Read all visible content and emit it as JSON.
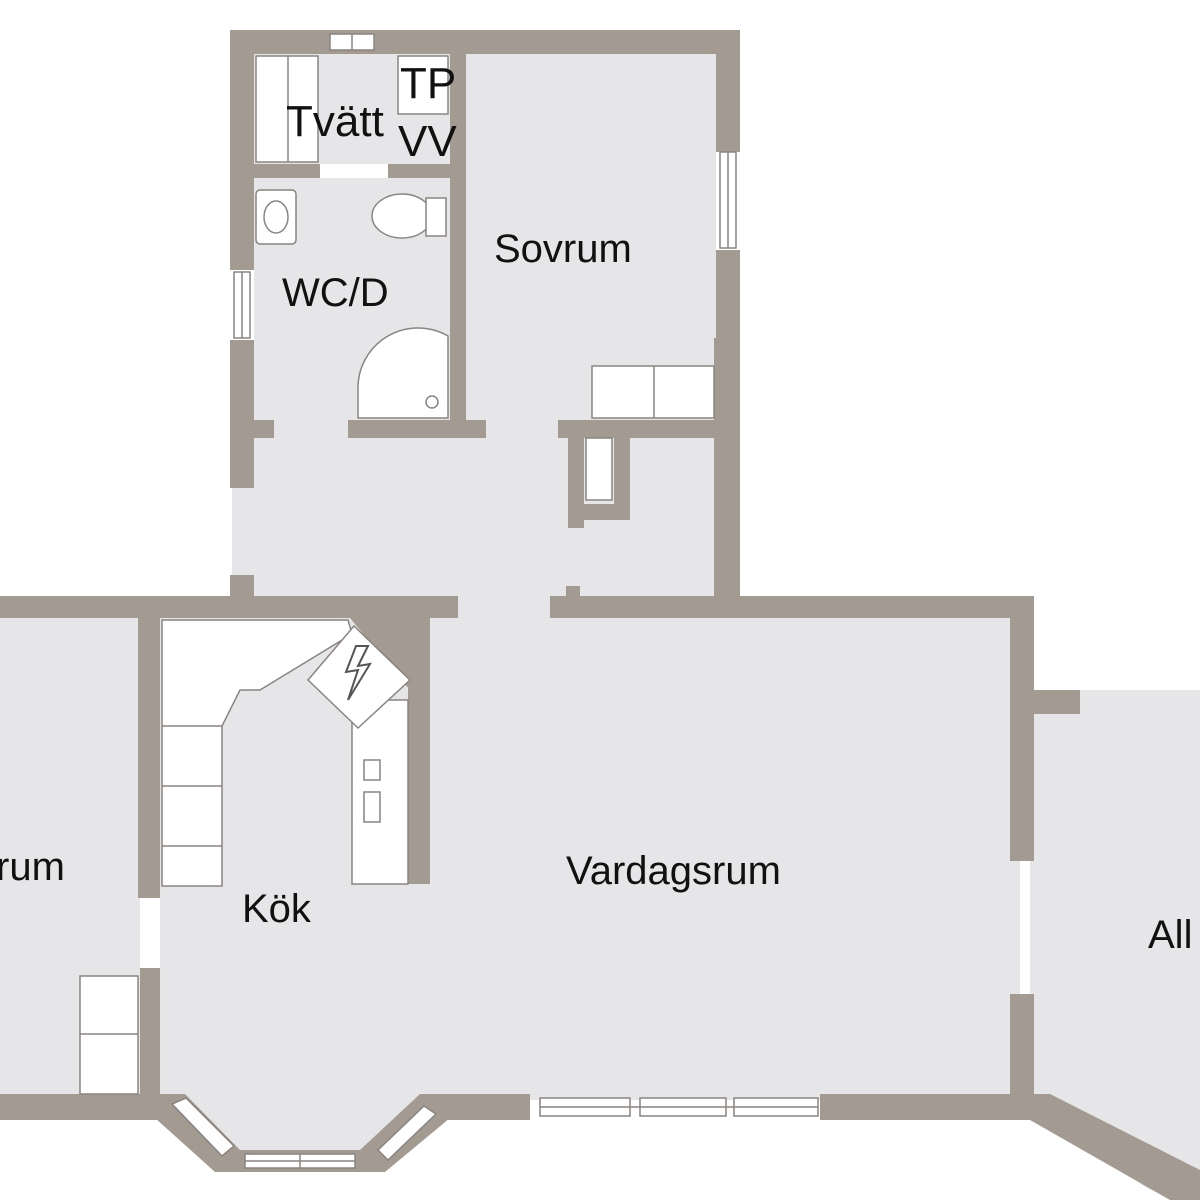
{
  "floorplan": {
    "rooms": {
      "tvatt": "Tvätt",
      "tp": "TP",
      "vv": "VV",
      "wcd": "WC/D",
      "sovrum": "Sovrum",
      "kok": "Kök",
      "vardagsrum": "Vardagsrum",
      "left_room_partial": "rum",
      "right_room_partial": "All"
    },
    "colors": {
      "wall": "#a39a92",
      "floor": "#e6e6e8",
      "fixture": "#ffffff",
      "fixture_stroke": "#8a8480",
      "background": "#ffffff"
    }
  }
}
